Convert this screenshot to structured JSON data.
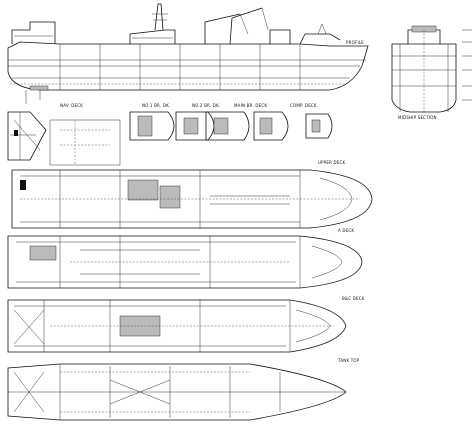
{
  "labels": {
    "profile": "PROFILE",
    "midship_section": "MIDSHIP SECTION",
    "upper_deck": "UPPER DECK",
    "a_deck": "A DECK",
    "bd_deck": "B&C DECK",
    "tank_top": "TANK TOP",
    "nav_deck": "NAV. DECK",
    "no1_brdk": "NO.1 BR. DK.",
    "no2_brdk": "NO.2 BR. DK.",
    "main_brdk": "MAIN BR. DECK",
    "comp_deck": "COMP. DECK"
  },
  "colors": {
    "ink": "#111111",
    "paper": "#ffffff",
    "shade": "#bbbbbb"
  }
}
